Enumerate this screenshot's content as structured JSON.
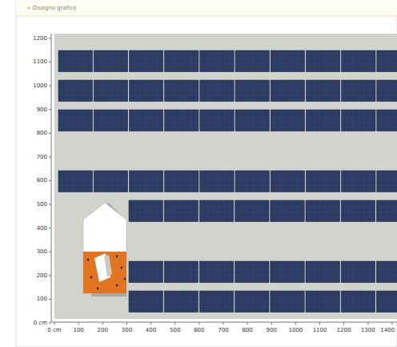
{
  "diagram": {
    "title": "» Disegno grafico",
    "labels": [
      "1200",
      "1100",
      "1000",
      "900",
      "800",
      "700",
      "600",
      "500",
      "400",
      "300",
      "200",
      "100",
      "0 cm",
      "0 cm",
      "100",
      "200",
      "300",
      "400",
      "500",
      "600",
      "700",
      "800",
      "900",
      "1000",
      "1100",
      "1200",
      "1300",
      "1400"
    ]
  }
}
